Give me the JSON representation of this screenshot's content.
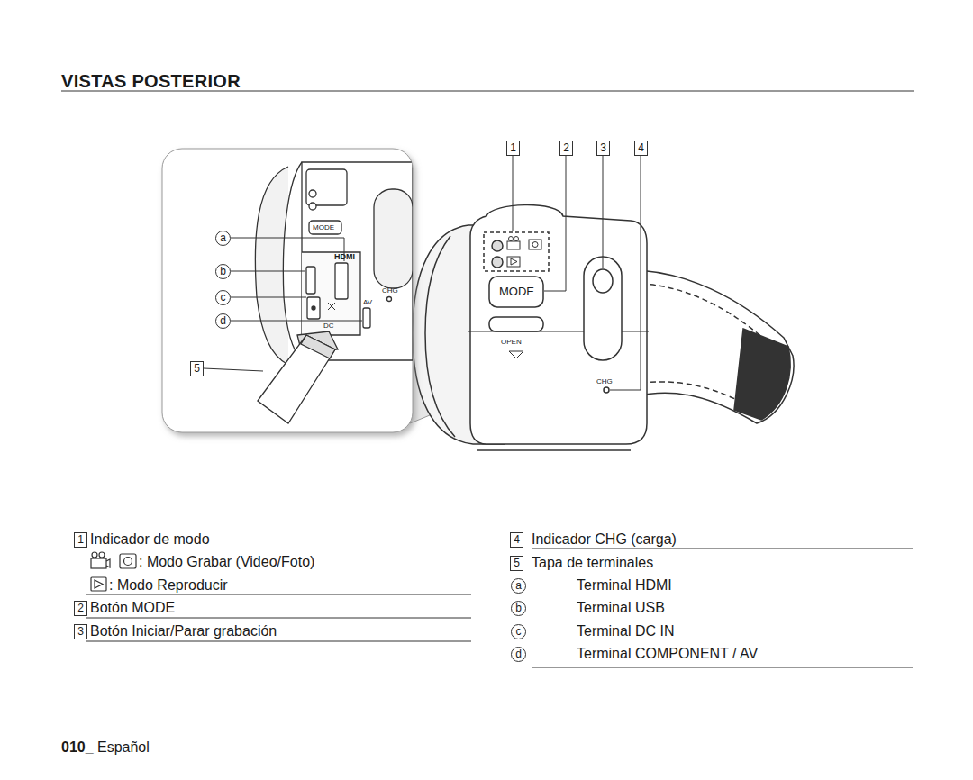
{
  "diagram": {
    "title": "VISTAS POSTERIOR",
    "labels": [
      "1",
      "2",
      "3",
      "4",
      "a",
      "b",
      "c",
      "d",
      "5",
      "MODE",
      "HDMI",
      "CHG",
      "DC",
      "AV",
      "MODE",
      "OPEN",
      "CHG",
      "1",
      "Indicador de modo",
      ": Modo Grabar (Video/Foto)",
      ": Modo Reproducir",
      "2",
      "Botón MODE",
      "3",
      "Botón Iniciar/Parar grabación",
      "4",
      "Indicador CHG (carga)",
      "5",
      "Tapa de terminales",
      "a",
      "Terminal HDMI",
      "b",
      "Terminal USB",
      "c",
      "Terminal DC IN",
      "d",
      "Terminal COMPONENT / AV",
      "010_",
      "Español"
    ]
  }
}
